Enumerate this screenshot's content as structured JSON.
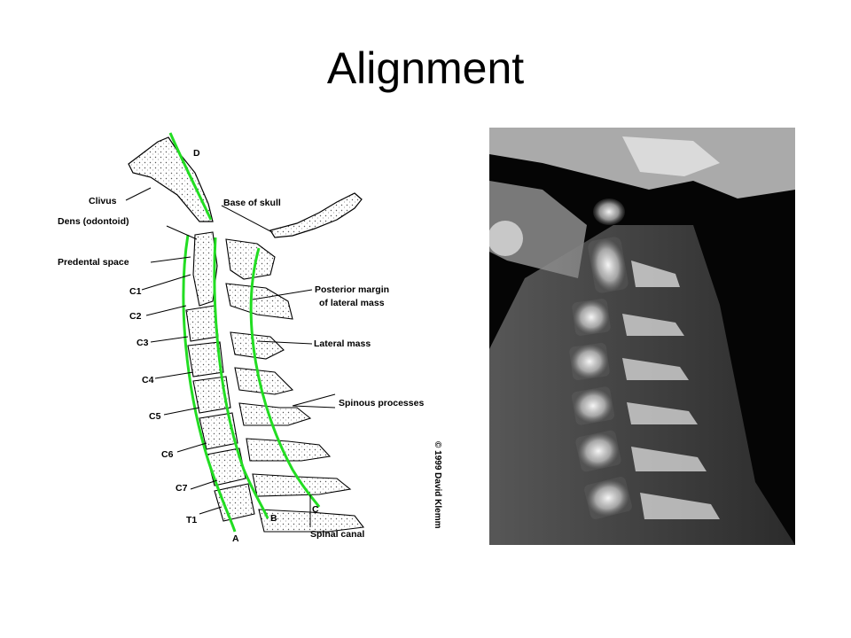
{
  "title": "Alignment",
  "diagram": {
    "labels": {
      "clivus": "Clivus",
      "dens": "Dens (odontoid)",
      "predental": "Predental space",
      "c1": "C1",
      "c2": "C2",
      "c3": "C3",
      "c4": "C4",
      "c5": "C5",
      "c6": "C6",
      "c7": "C7",
      "t1": "T1",
      "base_skull": "Base of skull",
      "posterior_margin_1": "Posterior margin",
      "posterior_margin_2": "of lateral mass",
      "lateral_mass": "Lateral mass",
      "spinous": "Spinous processes",
      "spinal_canal": "Spinal canal",
      "line_a": "A",
      "line_b": "B",
      "line_c": "C",
      "line_d": "D"
    },
    "copyright": "© 1999 David Klemm",
    "line_color": "#22dd22"
  },
  "xray": {
    "background": "#050505",
    "bone_color": "#e8e8e8"
  }
}
